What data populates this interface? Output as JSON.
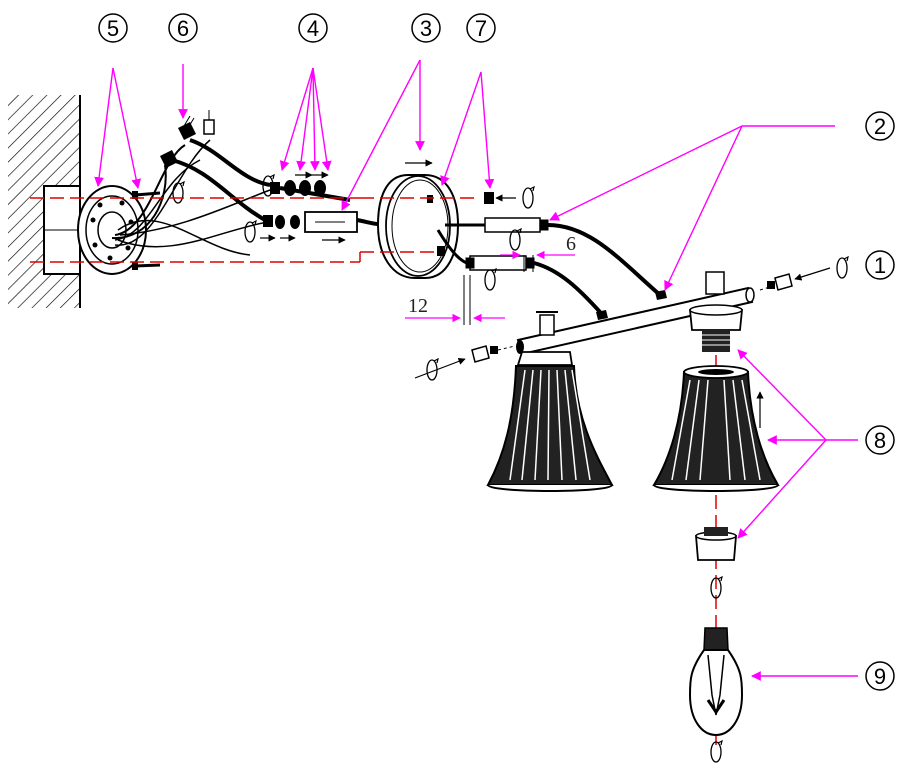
{
  "callouts": [
    {
      "id": "c1",
      "label": "1"
    },
    {
      "id": "c2",
      "label": "2"
    },
    {
      "id": "c3",
      "label": "3"
    },
    {
      "id": "c4",
      "label": "4"
    },
    {
      "id": "c5",
      "label": "5"
    },
    {
      "id": "c6",
      "label": "6"
    },
    {
      "id": "c7",
      "label": "7"
    },
    {
      "id": "c8",
      "label": "8"
    },
    {
      "id": "c9",
      "label": "9"
    }
  ],
  "dimensions": {
    "wire_strip": "6",
    "wire_overlap": "12"
  },
  "colors": {
    "leader": "#ff00ff",
    "centerline": "#e00000",
    "ink": "#000000"
  }
}
